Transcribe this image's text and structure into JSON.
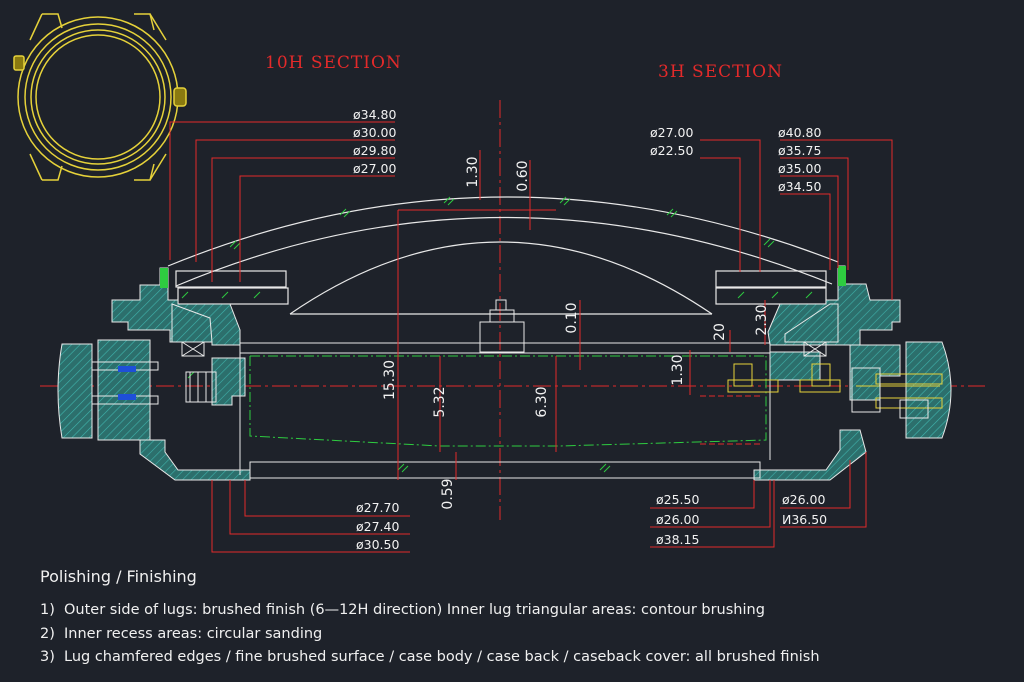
{
  "sections": {
    "left": "10H  SECTION",
    "right": "3H  SECTION"
  },
  "dims_top_left": [
    "ø34.80",
    "ø30.00",
    "ø29.80",
    "ø27.00"
  ],
  "dims_top_mid": [
    "ø27.00",
    "ø22.50"
  ],
  "dims_top_right": [
    "ø40.80",
    "ø35.75",
    "ø35.00",
    "ø34.50"
  ],
  "dims_bottom_left": [
    "ø27.70",
    "ø27.40",
    "ø30.50"
  ],
  "dims_bottom_mid": [
    "ø25.50",
    "ø26.00",
    "ø38.15"
  ],
  "dims_bottom_right": [
    "ø26.00",
    "И36.50"
  ],
  "vertical_dims": {
    "v130a": "1.30",
    "v060": "0.60",
    "v010": "0.10",
    "v1530": "15.30",
    "v532": "5.32",
    "v630": "6.30",
    "v059": "0.59",
    "v20": "20",
    "v230": "2.30",
    "v130b": "1.30"
  },
  "notes": {
    "title": "Polishing / Finishing",
    "items": [
      {
        "num": "1)",
        "text": "Outer side of lugs: brushed finish (6—12H direction) Inner lug triangular areas: contour brushing"
      },
      {
        "num": "2)",
        "text": "Inner recess areas: circular sanding"
      },
      {
        "num": "3)",
        "text": "Lug chamfered edges / fine brushed surface / case body / case back / caseback cover: all brushed finish"
      }
    ]
  },
  "colors": {
    "background": "#1e222a",
    "dimension": "#e32a2a",
    "outline": "#e8e8e8",
    "hatch": "#2a8f8a",
    "gasket": "#2ecc40",
    "thumbnail": "#e6d23a"
  }
}
